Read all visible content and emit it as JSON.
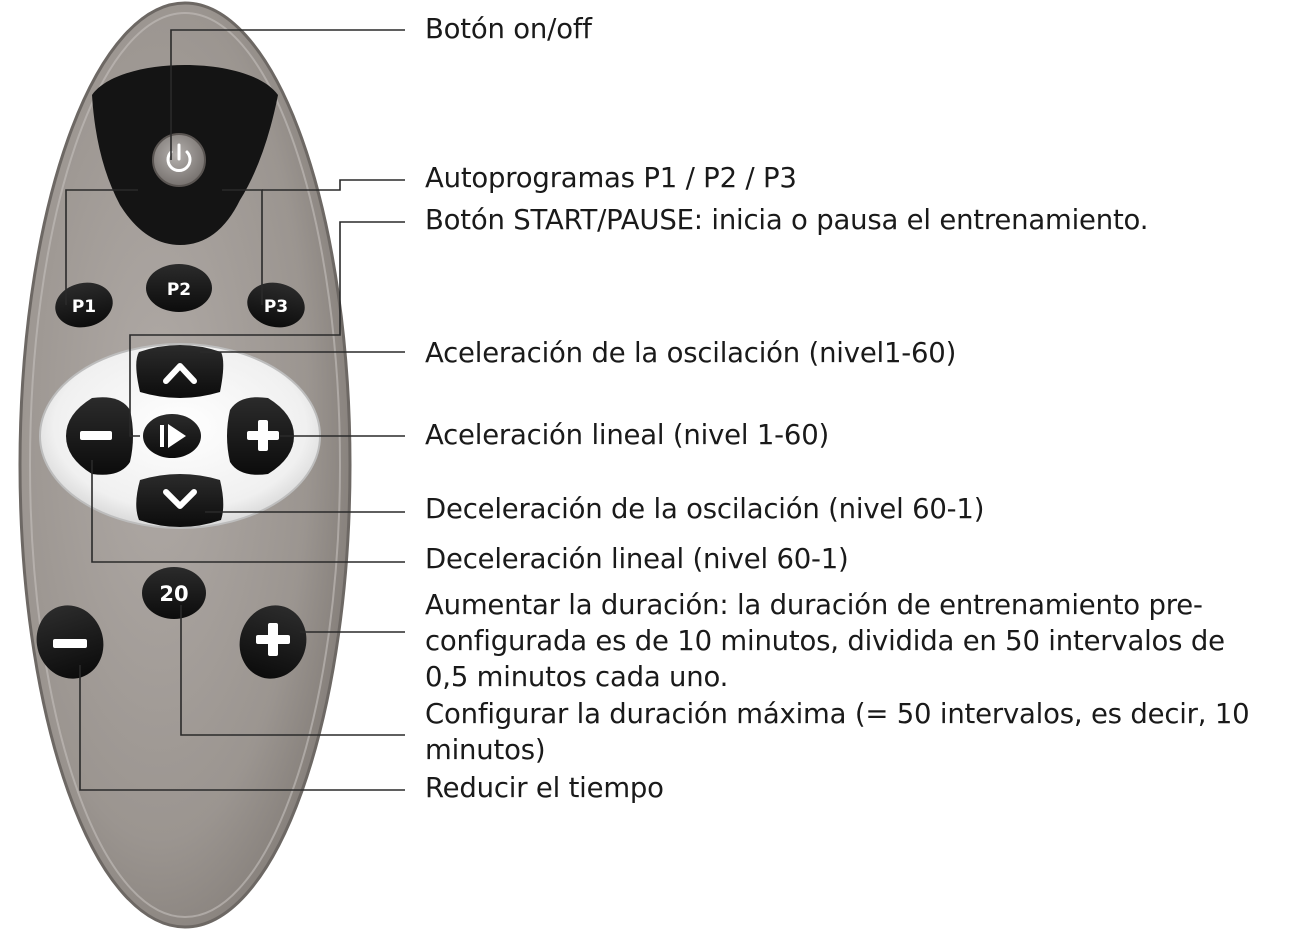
{
  "remote": {
    "buttons": {
      "p1": "P1",
      "p2": "P2",
      "p3": "P3",
      "timer": "20"
    }
  },
  "labels": {
    "power": "Botón on/off",
    "autoprograms": "Autoprogramas P1 / P2 / P3",
    "start_pause": "Botón START/PAUSE: inicia o pausa el entrenamiento.",
    "osc_up": "Aceleración de la oscilación (nivel1-60)",
    "linear_up": "Aceleración lineal (nivel 1-60)",
    "osc_down": "Deceleración de la oscilación (nivel 60-1)",
    "linear_down": "Deceleración lineal (nivel 60-1)",
    "time_up_line1": "Aumentar la duración: la duración de entrenamiento pre-",
    "time_up_line2": "configurada es de 10 minutos, dividida en 50 intervalos de",
    "time_up_line3": "0,5 minutos cada uno.",
    "max_time_line1": "Configurar la duración máxima (= 50 intervalos, es decir, 10",
    "max_time_line2": "minutos)",
    "time_down": "Reducir el tiempo"
  },
  "colors": {
    "body": "#9c9692",
    "button": "#161616",
    "ring": "#ebebeb",
    "leader": "#2a2a2a"
  }
}
